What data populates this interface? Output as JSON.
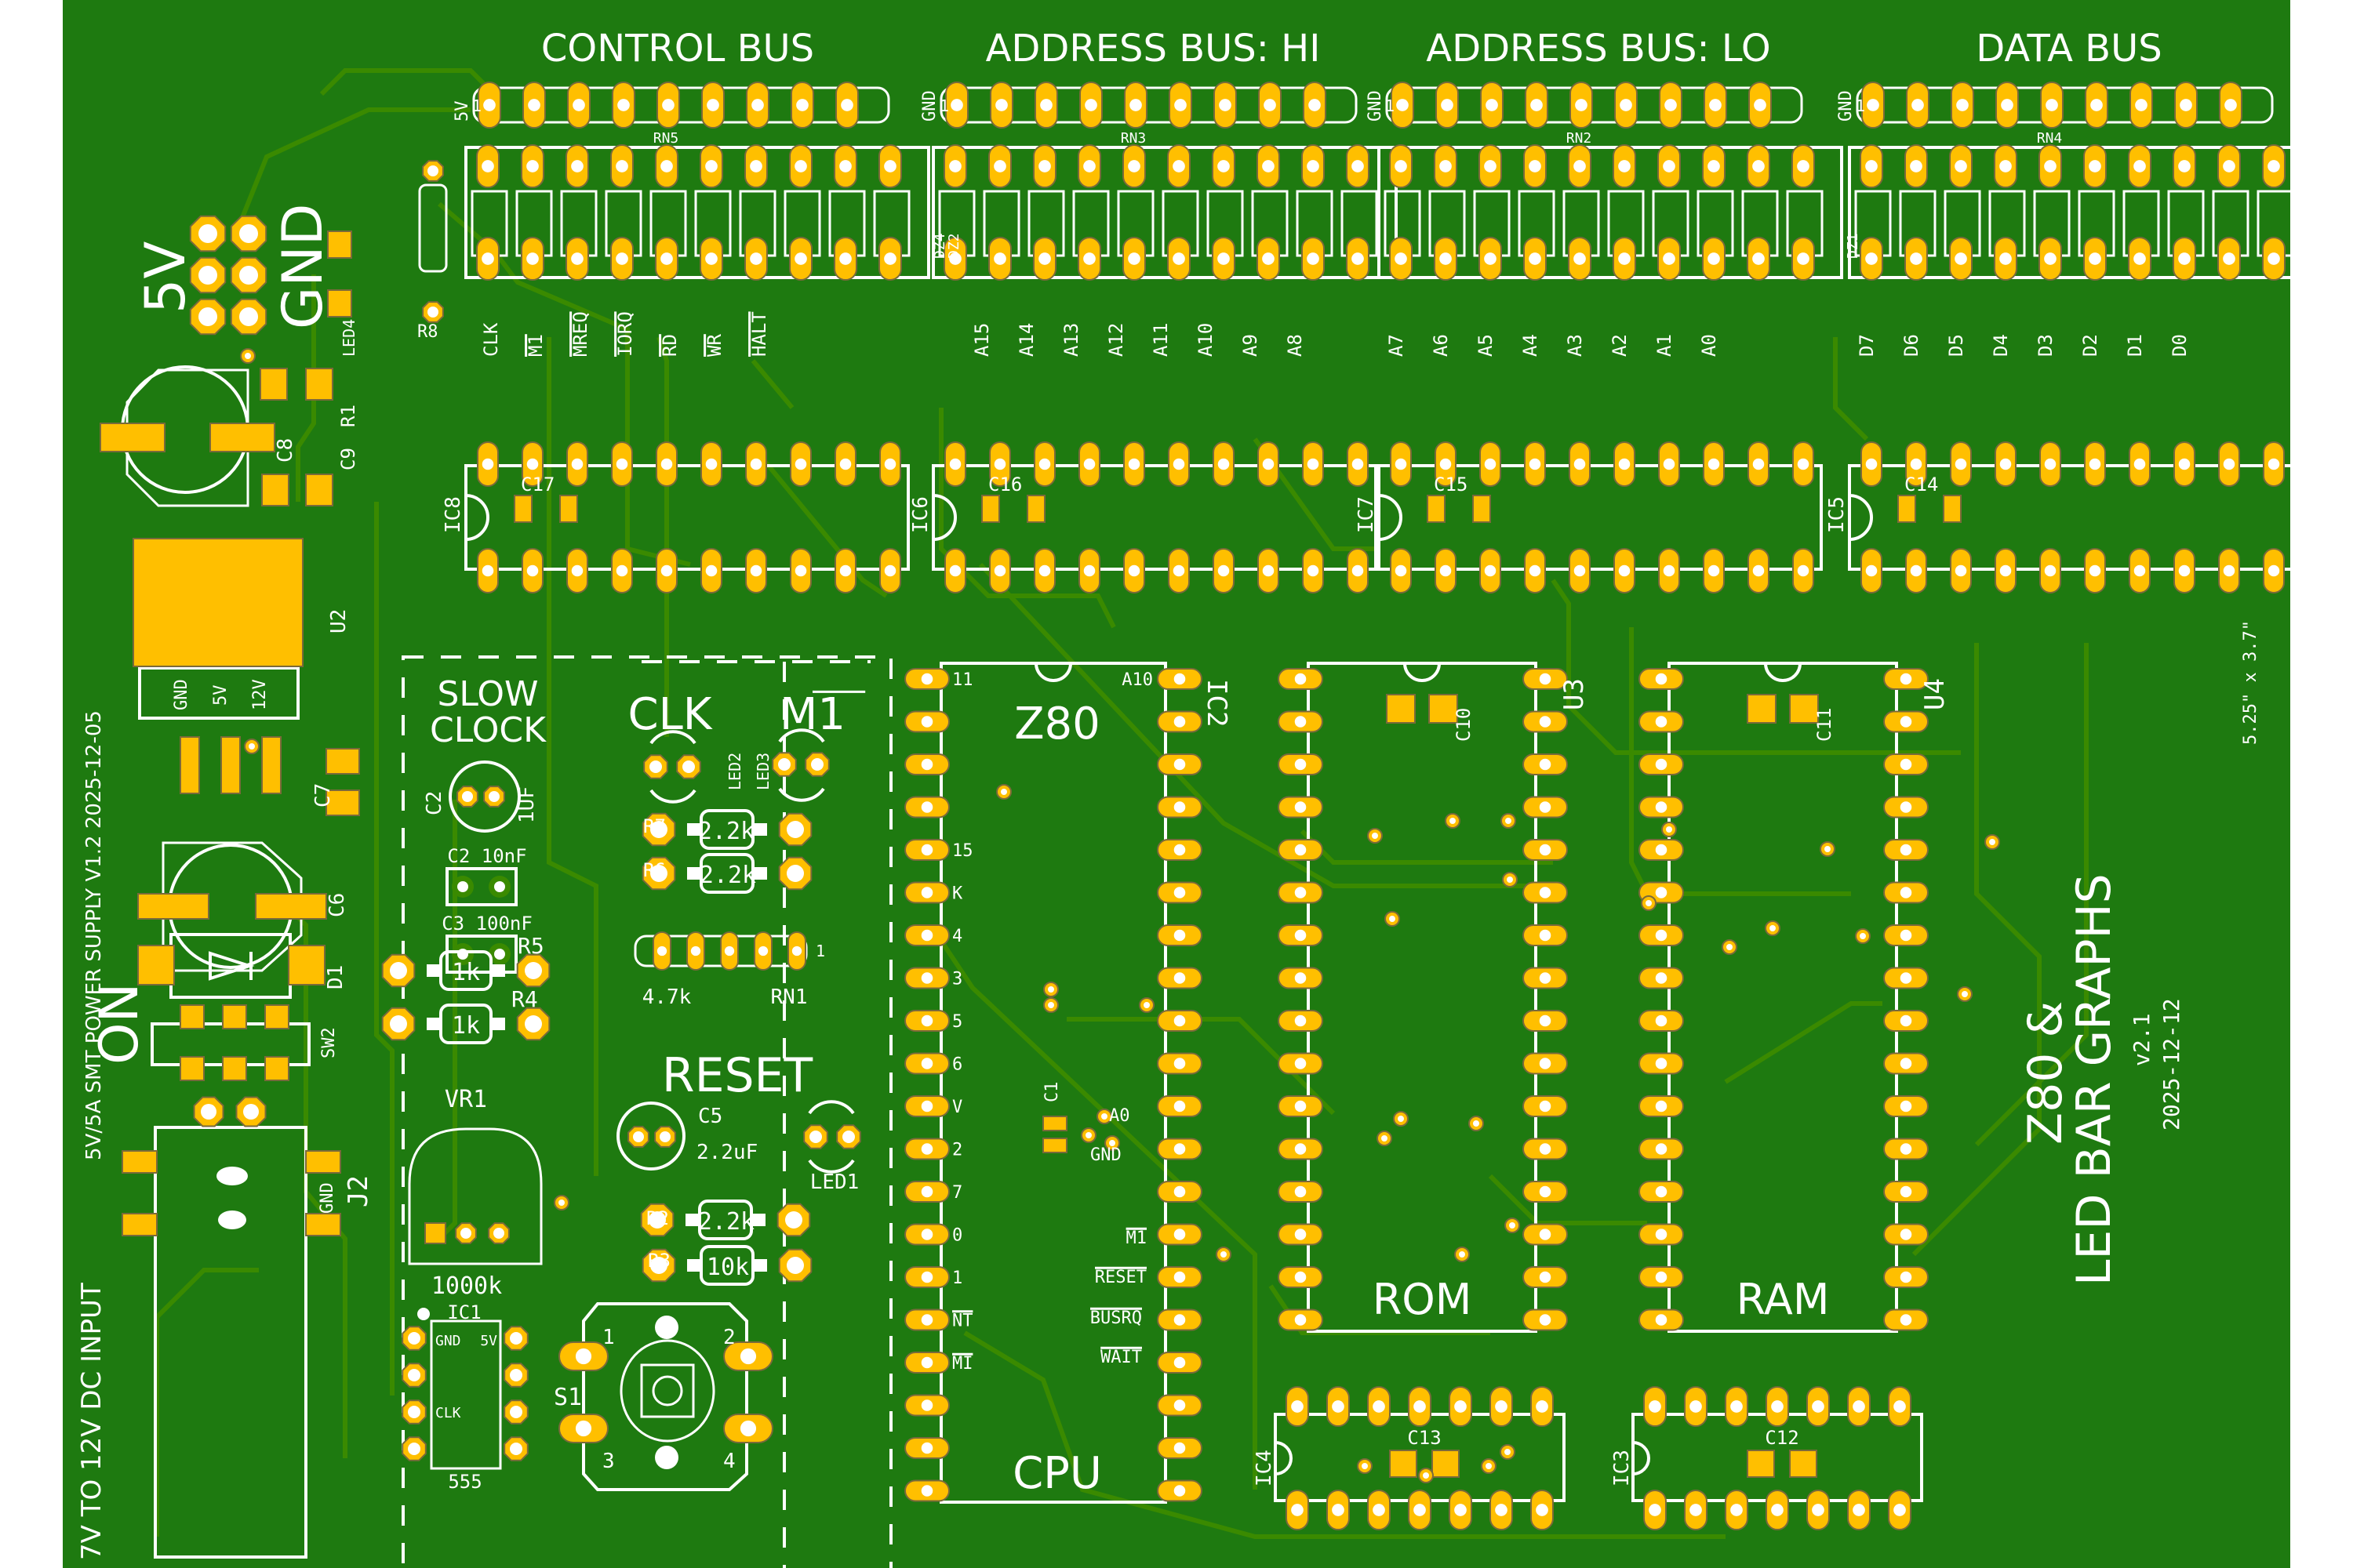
{
  "board": {
    "title_line1": "Z80 &",
    "title_line2": "LED BAR GRAPHS",
    "version": "v2.1",
    "date": "2025-12-12",
    "dimensions": "5.25\" x 3.7\"",
    "colors": {
      "board": "#1e7a10",
      "copper_trace": "#3a8a00",
      "pad": "#ffbf00",
      "silkscreen": "#ffffff",
      "background": "#ffffff"
    }
  },
  "power_supply": {
    "title": "5V/5A SMT POWER SUPPLY   V1.2 2025-12-05",
    "input_label": "7V TO 12V DC INPUT",
    "on_label": "ON",
    "header_5v": "5V",
    "header_gnd": "GND",
    "refs": {
      "led4": "LED4",
      "r1": "R1",
      "c8": "C8",
      "c9": "C9",
      "u2": "U2",
      "c7": "C7",
      "c6": "C6",
      "d1": "D1",
      "sw2": "SW2",
      "j2": "J2",
      "j2_gnd": "GND",
      "r8": "R8"
    },
    "u2_pins": [
      "GND",
      "5V",
      "12V"
    ]
  },
  "buses": [
    {
      "title": "CONTROL BUS",
      "rn": "RN5",
      "pin1_label": "5V",
      "pin1_num": "1",
      "dz": "DZ4",
      "dz2": "DZ2",
      "ic": "IC8",
      "cap": "C17",
      "signals": [
        {
          "name": "CLK",
          "active_low": false
        },
        {
          "name": "M1",
          "active_low": true
        },
        {
          "name": "MREQ",
          "active_low": true
        },
        {
          "name": "IORQ",
          "active_low": true
        },
        {
          "name": "RD",
          "active_low": true
        },
        {
          "name": "WR",
          "active_low": true
        },
        {
          "name": "HALT",
          "active_low": true
        }
      ]
    },
    {
      "title": "ADDRESS BUS: HI",
      "rn": "RN3",
      "pin1_label": "GND",
      "pin1_num": "1",
      "dz": "",
      "ic": "IC6",
      "cap": "C16",
      "signals": [
        {
          "name": "A15"
        },
        {
          "name": "A14"
        },
        {
          "name": "A13"
        },
        {
          "name": "A12"
        },
        {
          "name": "A11"
        },
        {
          "name": "A10"
        },
        {
          "name": "A9"
        },
        {
          "name": "A8"
        }
      ]
    },
    {
      "title": "ADDRESS BUS: LO",
      "rn": "RN2",
      "pin1_label": "GND",
      "pin1_num": "1",
      "dz": "DZ1",
      "ic": "IC7",
      "cap": "C15",
      "signals": [
        {
          "name": "A7"
        },
        {
          "name": "A6"
        },
        {
          "name": "A5"
        },
        {
          "name": "A4"
        },
        {
          "name": "A3"
        },
        {
          "name": "A2"
        },
        {
          "name": "A1"
        },
        {
          "name": "A0"
        }
      ]
    },
    {
      "title": "DATA BUS",
      "rn": "RN4",
      "pin1_label": "GND",
      "pin1_num": "1",
      "dz": "DZ3",
      "ic": "IC5",
      "cap": "C14",
      "signals": [
        {
          "name": "D7"
        },
        {
          "name": "D6"
        },
        {
          "name": "D5"
        },
        {
          "name": "D4"
        },
        {
          "name": "D3"
        },
        {
          "name": "D2"
        },
        {
          "name": "D1"
        },
        {
          "name": "D0"
        }
      ]
    }
  ],
  "slow_clock": {
    "title_line1": "SLOW",
    "title_line2": "CLOCK",
    "c2_ref": "C2",
    "c2_value": "1UF",
    "c2b_label": "C2 10nF",
    "c3_label": "C3 100nF",
    "r5_ref": "R5",
    "r5_value": "1k",
    "r4_ref": "R4",
    "r4_value": "1k",
    "vr1_ref": "VR1",
    "vr1_value": "1000k",
    "ic1_ref": "IC1",
    "ic1_value": "555",
    "ic1_pins": {
      "gnd": "GND",
      "v5": "5V",
      "clk": "CLK"
    }
  },
  "indicators": {
    "clk_label": "CLK",
    "m1_label": "M1",
    "led2": "LED2",
    "led3": "LED3",
    "r7_ref": "R7",
    "r7_value": "2.2k",
    "r6_ref": "R6",
    "r6_value": "2.2k",
    "rn1_ref": "RN1",
    "rn1_value": "4.7k",
    "rn1_pin": "1",
    "reset_label": "RESET",
    "c5_ref": "C5",
    "c5_value": "2.2uF",
    "led1": "LED1",
    "r2_ref": "R2",
    "r2_value": "2.2k",
    "r3_ref": "R3",
    "r3_value": "10k",
    "s1_ref": "S1",
    "s1_pins": [
      "1",
      "2",
      "3",
      "4"
    ]
  },
  "cpu": {
    "ref": "IC2",
    "part": "Z80",
    "label": "CPU",
    "c1": "C1",
    "left_pin_labels": [
      "11",
      "",
      "",
      "",
      "15",
      "K",
      "4",
      "3",
      "5",
      "6",
      "V",
      "2",
      "7",
      "0",
      "1",
      "NT",
      "MI",
      "",
      "",
      ""
    ],
    "right_pin_labels": {
      "a10": "A10",
      "a0": "A0",
      "gnd": "GND",
      "m1": "M1",
      "reset": "RESET",
      "busrq": "BUSRQ",
      "wait": "WAIT"
    }
  },
  "memory": {
    "rom": {
      "ref": "U3",
      "label": "ROM",
      "cap": "C10"
    },
    "ram": {
      "ref": "U4",
      "label": "RAM",
      "cap": "C11"
    }
  },
  "glue": {
    "ic4": {
      "ref": "IC4",
      "cap": "C13"
    },
    "ic3": {
      "ref": "IC3",
      "cap": "C12"
    }
  }
}
